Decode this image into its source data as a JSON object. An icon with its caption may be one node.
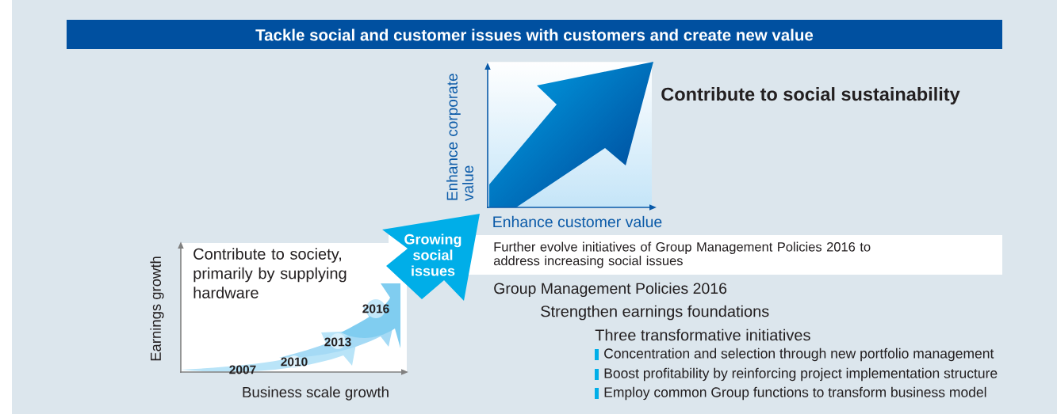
{
  "diagram": {
    "title": "Tackle social and customer issues with customers and create new value",
    "nodes": [
      {
        "text": [
          "Growing social issues"
        ]
      },
      {
        "text": [
          "Further evolve initiatives of Group Management Policies 2016 to address increasing social issues"
        ]
      },
      {
        "text": [
          "Contribute to society, primarily by supplying hardware"
        ]
      }
    ],
    "labels": [
      "Enhance corporate value",
      "Contribute to social sustainability",
      "Enhance customer value",
      "Earnings growth",
      "2016",
      "2013",
      "2010",
      "2007",
      "Business scale growth",
      "Group Management Policies 2016",
      "Strengthen earnings foundations",
      "Three transformative initiatives",
      "Concentration and selection through new portfolio management",
      "Boost profitability by reinforcing project implementation structure",
      "Employ common Group functions to transform business model"
    ]
  }
}
